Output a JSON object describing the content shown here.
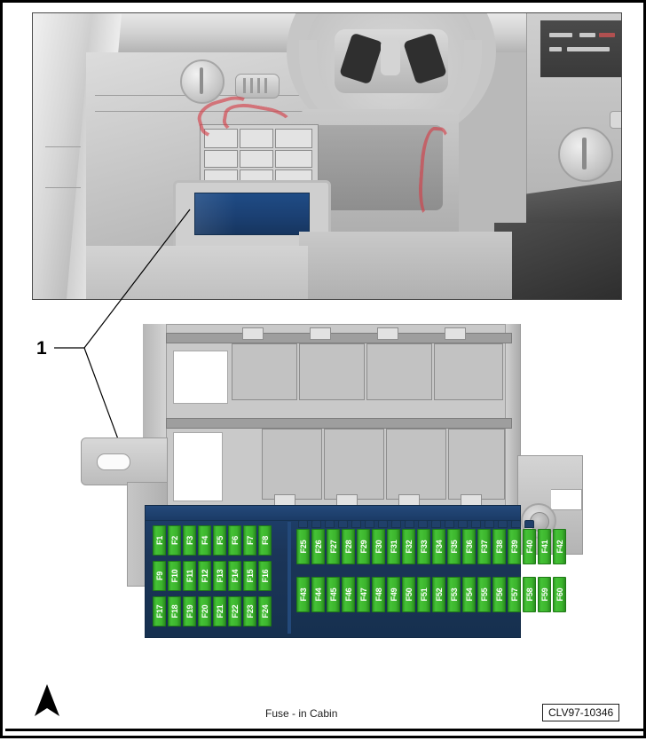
{
  "document": {
    "caption": "Fuse - in Cabin",
    "reference_code": "CLV97-10346",
    "callout_number": "1",
    "direction_marker": "forward-arrow"
  },
  "colors": {
    "fuse_green": "#3cb52d",
    "fusebox_navy": "#1b3558",
    "housing_gray": "#c9c9c9",
    "highlight_blue": "#1f4c86",
    "wire_red": "#d63c46",
    "border_black": "#000000"
  },
  "views": {
    "top": {
      "name": "dashboard-installation-view",
      "description": "Driver side dashboard lower trim with fuse box location highlighted in blue",
      "highlight": "fuse-box-cover"
    },
    "bottom": {
      "name": "fuse-box-detail-view",
      "description": "Detached fuse box assembly with connector housing and fuse array"
    }
  },
  "fuse_box": {
    "left_block": {
      "rows": [
        [
          "F1",
          "F2",
          "F3",
          "F4",
          "F5",
          "F6",
          "F7",
          "F8"
        ],
        [
          "F9",
          "F10",
          "F11",
          "F12",
          "F13",
          "F14",
          "F15",
          "F16"
        ],
        [
          "F17",
          "F18",
          "F19",
          "F20",
          "F21",
          "F22",
          "F23",
          "F24"
        ]
      ]
    },
    "right_block": {
      "rows": [
        [
          "F25",
          "F26",
          "F27",
          "F28",
          "F29",
          "F30",
          "F31",
          "F32",
          "F33",
          "F34",
          "F35",
          "F36",
          "F37",
          "F38",
          "F39",
          "F40",
          "F41",
          "F42"
        ],
        [
          "F43",
          "F44",
          "F45",
          "F46",
          "F47",
          "F48",
          "F49",
          "F50",
          "F51",
          "F52",
          "F53",
          "F54",
          "F55",
          "F56",
          "F57",
          "F58",
          "F59",
          "F60"
        ]
      ]
    },
    "total_fuses": 60
  }
}
